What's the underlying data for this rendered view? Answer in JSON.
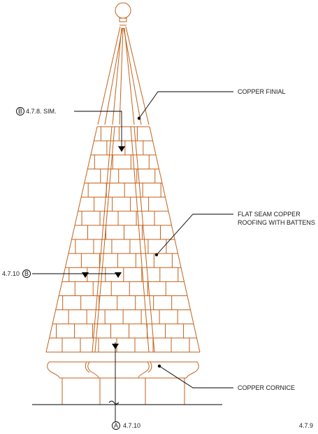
{
  "annotations": {
    "copper_finial": "COPPER FINIAL",
    "flat_seam_line1": "FLAT SEAM COPPER",
    "flat_seam_line2": "ROOFING WITH BATTENS",
    "copper_cornice": "COPPER CORNICE"
  },
  "references": {
    "top_left": {
      "letter": "B",
      "text": "4.7.8. SIM."
    },
    "mid_left": {
      "letter": "B",
      "text": "4.7.10"
    },
    "bottom": {
      "letter": "A",
      "text": "4.7.10"
    }
  },
  "sheet_number": "4.7.9",
  "colors": {
    "linework": "#c2621c",
    "leaders": "#000000",
    "text": "#1a1a1a"
  }
}
